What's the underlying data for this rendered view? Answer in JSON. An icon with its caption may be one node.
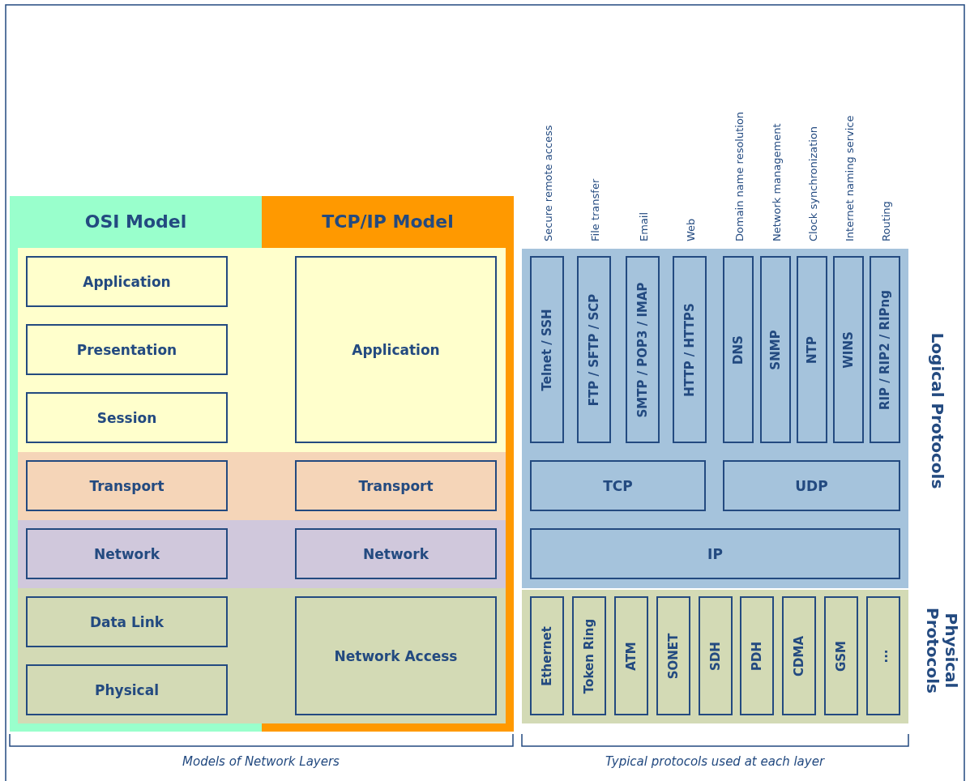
{
  "diagram": {
    "nodes": [
      {
        "text": [
          "OSI Model"
        ]
      },
      {
        "text": [
          "Application"
        ],
        "in": 0
      },
      {
        "text": [
          "Presentation"
        ],
        "in": 0
      },
      {
        "text": [
          "Session"
        ],
        "in": 0
      },
      {
        "text": [
          "Transport"
        ],
        "in": 0
      },
      {
        "text": [
          "Network"
        ],
        "in": 0
      },
      {
        "text": [
          "Data Link"
        ],
        "in": 0
      },
      {
        "text": [
          "Physical"
        ],
        "in": 0
      },
      {
        "text": [
          "TCP/IP Model"
        ]
      },
      {
        "text": [
          "Application"
        ],
        "in": 8
      },
      {
        "text": [
          "Transport"
        ],
        "in": 8
      },
      {
        "text": [
          "Network"
        ],
        "in": 8
      },
      {
        "text": [
          "Network Access"
        ],
        "in": 8
      },
      {
        "text": [
          "Logical Protocols"
        ]
      },
      {
        "text": [
          "Telnet / SSH"
        ],
        "in": 13,
        "beside": [
          "Secure remote access"
        ]
      },
      {
        "text": [
          "FTP / SFTP / SCP"
        ],
        "in": 13,
        "beside": [
          "File transfer"
        ]
      },
      {
        "text": [
          "SMTP / POP3 / IMAP"
        ],
        "in": 13,
        "beside": [
          "Email"
        ]
      },
      {
        "text": [
          "HTTP / HTTPS"
        ],
        "in": 13,
        "beside": [
          "Web"
        ]
      },
      {
        "text": [
          "DNS"
        ],
        "in": 13,
        "beside": [
          "Domain name resolution"
        ]
      },
      {
        "text": [
          "SNMP"
        ],
        "in": 13,
        "beside": [
          "Network management"
        ]
      },
      {
        "text": [
          "NTP"
        ],
        "in": 13,
        "beside": [
          "Clock synchronization"
        ]
      },
      {
        "text": [
          "WINS"
        ],
        "in": 13,
        "beside": [
          "Internet naming service"
        ]
      },
      {
        "text": [
          "RIP / RIP2 / RIPng"
        ],
        "in": 13,
        "beside": [
          "Routing"
        ]
      },
      {
        "text": [
          "TCP"
        ],
        "in": 13
      },
      {
        "text": [
          "UDP"
        ],
        "in": 13
      },
      {
        "text": [
          "IP"
        ],
        "in": 13
      },
      {
        "text": [
          "Physical Protocols"
        ]
      },
      {
        "text": [
          "Ethernet"
        ],
        "in": 26
      },
      {
        "text": [
          "Token Ring"
        ],
        "in": 26
      },
      {
        "text": [
          "ATM"
        ],
        "in": 26
      },
      {
        "text": [
          "SONET"
        ],
        "in": 26
      },
      {
        "text": [
          "SDH"
        ],
        "in": 26
      },
      {
        "text": [
          "PDH"
        ],
        "in": 26
      },
      {
        "text": [
          "CDMA"
        ],
        "in": 26
      },
      {
        "text": [
          "GSM"
        ],
        "in": 26
      },
      {
        "text": [
          "..."
        ],
        "in": 26
      }
    ],
    "labels": [
      "Models of Network Layers",
      "Typical protocols used at each layer"
    ]
  }
}
